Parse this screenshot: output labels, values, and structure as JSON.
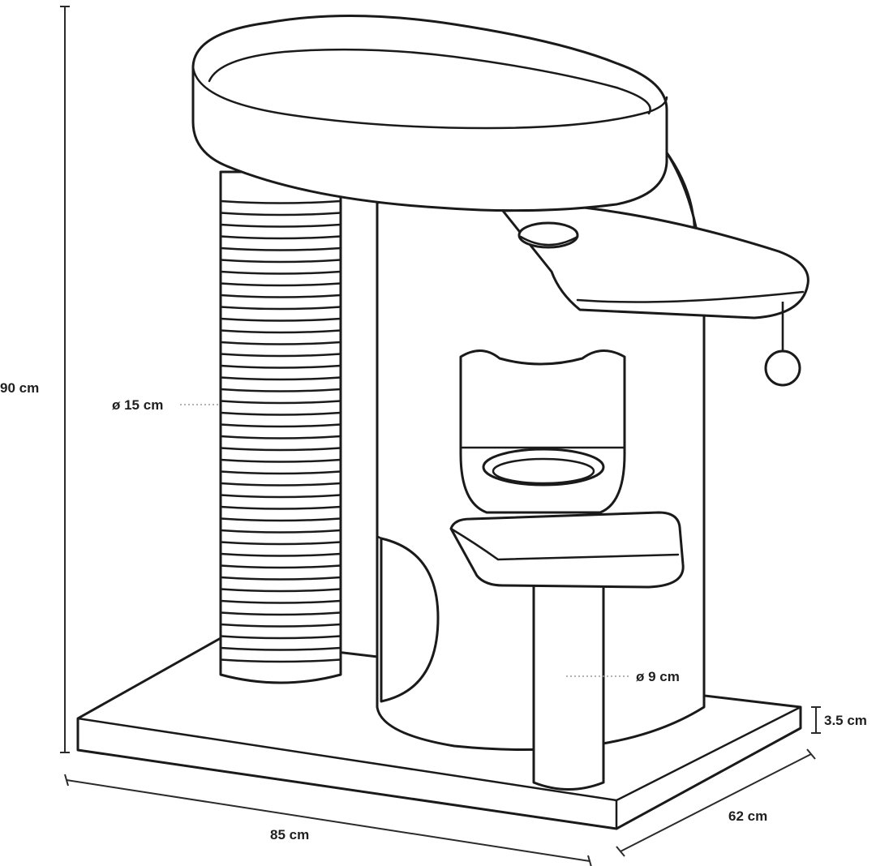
{
  "dimensions": {
    "height": "90 cm",
    "width": "85 cm",
    "depth": "62 cm",
    "base_thickness": "3.5 cm",
    "sisal_post_diameter": "ø 15 cm",
    "small_post_diameter": "ø 9 cm"
  },
  "colors": {
    "line": "#1a1a1a",
    "fill": "#ffffff",
    "leader": "#9a9a9a"
  }
}
